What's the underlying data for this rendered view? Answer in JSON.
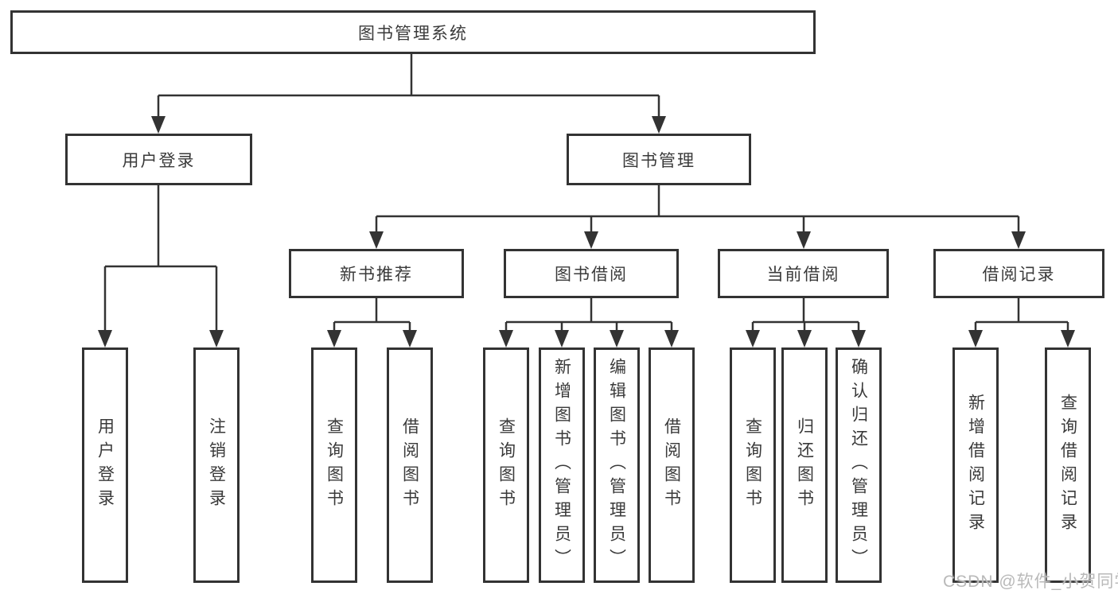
{
  "diagram": {
    "root": {
      "label": "图书管理系统"
    },
    "level2": [
      {
        "label": "用户登录"
      },
      {
        "label": "图书管理"
      }
    ],
    "level3": [
      {
        "label": "新书推荐",
        "parent": "图书管理"
      },
      {
        "label": "图书借阅",
        "parent": "图书管理"
      },
      {
        "label": "当前借阅",
        "parent": "图书管理"
      },
      {
        "label": "借阅记录",
        "parent": "图书管理"
      }
    ],
    "leaves": [
      {
        "label": "用户登录",
        "parent": "用户登录"
      },
      {
        "label": "注销登录",
        "parent": "用户登录"
      },
      {
        "label": "查询图书",
        "parent": "新书推荐"
      },
      {
        "label": "借阅图书",
        "parent": "新书推荐"
      },
      {
        "label": "查询图书",
        "parent": "图书借阅"
      },
      {
        "label": "新增图书（管理员）",
        "parent": "图书借阅"
      },
      {
        "label": "编辑图书（管理员）",
        "parent": "图书借阅"
      },
      {
        "label": "借阅图书",
        "parent": "图书借阅"
      },
      {
        "label": "查询图书",
        "parent": "当前借阅"
      },
      {
        "label": "归还图书",
        "parent": "当前借阅"
      },
      {
        "label": "确认归还（管理员）",
        "parent": "当前借阅"
      },
      {
        "label": "新增借阅记录",
        "parent": "借阅记录"
      },
      {
        "label": "查询借阅记录",
        "parent": "借阅记录"
      }
    ]
  },
  "watermark": "CSDN @软件_小贺同学",
  "colors": {
    "line": "#333333",
    "box_border": "#333333",
    "text": "#3a3a3a",
    "watermark": "#b9b9b9",
    "background": "#ffffff"
  }
}
